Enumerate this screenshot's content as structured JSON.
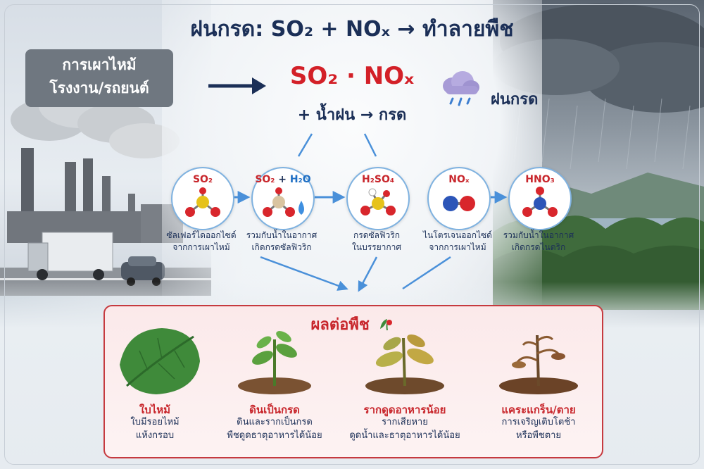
{
  "title": "ฝนกรด: SO₂ + NOₓ → ทำลายพืช",
  "source": {
    "line1": "การเผาไหม้",
    "line2": "โรงงาน/รถยนต์"
  },
  "center": {
    "formula": "SO₂ · NOₓ",
    "equation": "+ น้ำฝน → กรด"
  },
  "acid_rain_label": "ฝนกรด",
  "nodes": [
    {
      "label": "SO₂",
      "caption1": "ซัลเฟอร์ไดออกไซด์",
      "caption2": "จากการเผาไหม้"
    },
    {
      "label_a": "SO₂",
      "label_b": " + ",
      "label_c": "H₂O",
      "caption1": "รวมกับน้ำในอากาศ",
      "caption2": "เกิดกรดซัลฟิวริก"
    },
    {
      "label": "H₂SO₄",
      "caption1": "กรดซัลฟิวริก",
      "caption2": "ในบรรยากาศ"
    },
    {
      "label": "NOₓ",
      "caption1": "ไนโตรเจนออกไซด์",
      "caption2": "จากการเผาไหม้"
    },
    {
      "label": "HNO₃",
      "caption1": "รวมกับน้ำในอากาศ",
      "caption2": "เกิดกรดไนตริก"
    }
  ],
  "effects": {
    "title": "ผลต่อพืช",
    "stages": [
      {
        "title": "ใบไหม้",
        "desc1": "ใบมีรอยไหม้",
        "desc2": "แห้งกรอบ"
      },
      {
        "title": "ดินเป็นกรด",
        "desc1": "ดินและรากเป็นกรด",
        "desc2": "พืชดูดธาตุอาหารได้น้อย"
      },
      {
        "title": "รากดูดอาหารน้อย",
        "desc1": "รากเสียหาย",
        "desc2": "ดูดน้ำและธาตุอาหารได้น้อย"
      },
      {
        "title": "แคระแกร็น/ตาย",
        "desc1": "การเจริญเติบโตช้า",
        "desc2": "หรือพืชตาย"
      }
    ]
  },
  "colors": {
    "navy": "#1b2f57",
    "red": "#c8262c",
    "arrow_blue": "#4a90d9",
    "arrow_red": "#c63a3f"
  },
  "icons": [
    "rain-cloud-icon",
    "water-drop-icon",
    "sulfur-dioxide-molecule-icon",
    "nitrogen-oxide-molecule-icon",
    "plant-wilting-icon"
  ]
}
